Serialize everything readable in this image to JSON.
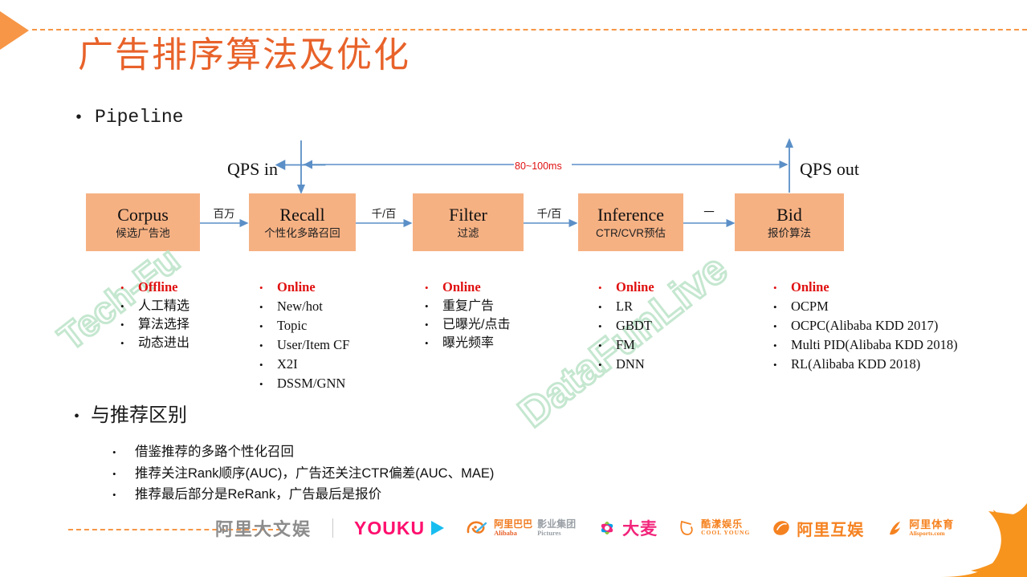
{
  "slide": {
    "title": "广告排序算法及优化",
    "accent_color": "#E8622A",
    "box_fill": "#F6B183",
    "red": "#E01010"
  },
  "sections": {
    "pipeline_bullet": "Pipeline",
    "difference_bullet": "与推荐区别"
  },
  "diagram": {
    "qps_in": "QPS in",
    "qps_out": "QPS out",
    "latency": "80~100ms",
    "boxes": [
      {
        "en": "Corpus",
        "cn": "候选广告池"
      },
      {
        "en": "Recall",
        "cn": "个性化多路召回"
      },
      {
        "en": "Filter",
        "cn": "过滤"
      },
      {
        "en": "Inference",
        "cn": "CTR/CVR预估"
      },
      {
        "en": "Bid",
        "cn": "报价算法"
      }
    ],
    "flow_labels": [
      "百万",
      "千/百",
      "千/百",
      "一"
    ]
  },
  "columns": [
    {
      "head": "Offline",
      "items": [
        {
          "text": "人工精选",
          "cjk": true
        },
        {
          "text": "算法选择",
          "cjk": true
        },
        {
          "text": "动态进出",
          "cjk": true
        }
      ]
    },
    {
      "head": "Online",
      "items": [
        {
          "text": "New/hot",
          "cjk": false
        },
        {
          "text": "Topic",
          "cjk": false
        },
        {
          "text": "User/Item CF",
          "cjk": false
        },
        {
          "text": "X2I",
          "cjk": false
        },
        {
          "text": "DSSM/GNN",
          "cjk": false
        }
      ]
    },
    {
      "head": "Online",
      "items": [
        {
          "text": "重复广告",
          "cjk": true
        },
        {
          "text": "已曝光/点击",
          "cjk": true
        },
        {
          "text": "曝光频率",
          "cjk": true
        }
      ]
    },
    {
      "head": "Online",
      "items": [
        {
          "text": "LR",
          "cjk": false
        },
        {
          "text": "GBDT",
          "cjk": false
        },
        {
          "text": "FM",
          "cjk": false
        },
        {
          "text": "DNN",
          "cjk": false
        }
      ]
    },
    {
      "head": "Online",
      "items": [
        {
          "text": "OCPM",
          "cjk": false
        },
        {
          "text": "OCPC(Alibaba KDD 2017)",
          "cjk": false
        },
        {
          "text": "Multi PID(Alibaba KDD 2018)",
          "cjk": false
        },
        {
          "text": "RL(Alibaba KDD 2018)",
          "cjk": false
        }
      ]
    }
  ],
  "difference_items": [
    "借鉴推荐的多路个性化召回",
    "推荐关注Rank顺序(AUC)，广告还关注CTR偏差(AUC、MAE)",
    "推荐最后部分是ReRank，广告最后是报价"
  ],
  "watermark": {
    "line1": "Tech-Fu",
    "line2": "DataFunLive",
    "color": "#BCE3C8"
  },
  "footer": {
    "logos": [
      {
        "name": "ali-dawenyu",
        "cn": "阿里大文娱",
        "en": ""
      },
      {
        "name": "youku",
        "cn": "YOUKU",
        "en": ""
      },
      {
        "name": "alibaba-pictures",
        "cn": "阿里巴巴",
        "en": "Alibaba",
        "cn2": "影业集团",
        "en2": "Pictures"
      },
      {
        "name": "damai",
        "cn": "大麦",
        "en": ""
      },
      {
        "name": "cool-young",
        "cn": "酷漾娱乐",
        "en": "COOL YOUNG"
      },
      {
        "name": "ali-huyu",
        "cn": "阿里互娱",
        "en": ""
      },
      {
        "name": "alisports",
        "cn": "阿里体育",
        "en": "Alisports.com"
      }
    ]
  }
}
